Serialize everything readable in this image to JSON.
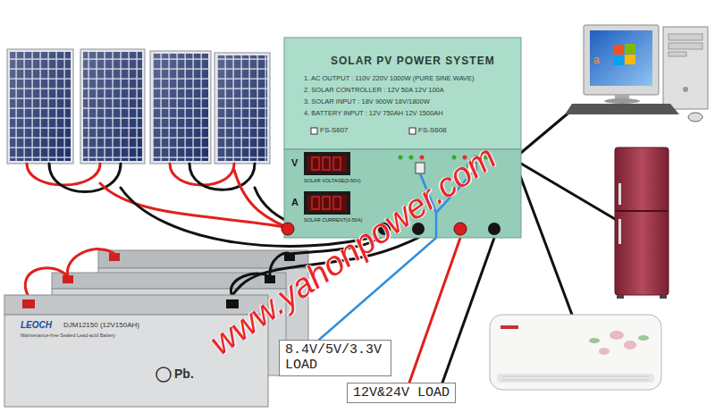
{
  "diagram": {
    "nodes": [
      {
        "text": [
          "SOLAR PV POWER SYSTEM",
          "1. AC OUTPUT : 110V 220V 1000W (PURE SINE WAVE)",
          "2. SOLAR CONTROLLER : 12V 50A 12V 100A",
          "3. SOLAR INPUT : 18V 900W 18V/1800W",
          "4. BATTERY INPUT : 12V 750AH 12V 1500AH",
          "FS-S607",
          "FS-S608",
          "V",
          "SOLAR VOLTAGE(0-50V)",
          "A",
          "SOLAR CURRENT(0-50A)"
        ]
      },
      {
        "text": [
          "8.4V/5V/3.3V LOAD"
        ]
      },
      {
        "text": [
          "12V&24V LOAD"
        ]
      },
      {
        "text": [
          "LEOCH",
          "DJM12150 (12V150AH)",
          "Maintenance-free Sealed Lead-acid Battery",
          "Pb."
        ]
      }
    ],
    "edges": [
      {
        "from": 3,
        "to": 0,
        "arrow": "none"
      },
      {
        "from": 0,
        "to": 1,
        "arrow": "none"
      },
      {
        "from": 0,
        "to": 2,
        "arrow": "none"
      },
      {
        "from": 0,
        "to": 2,
        "arrow": "none"
      }
    ],
    "labels": [
      "www.yahonpower.com",
      "a"
    ]
  }
}
